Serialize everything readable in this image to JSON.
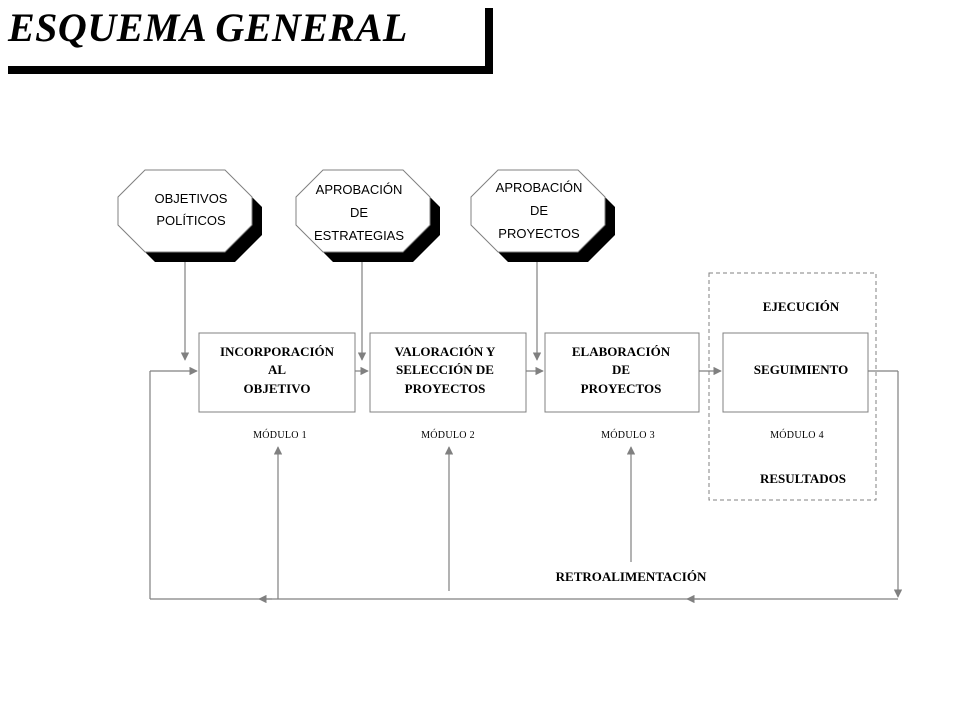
{
  "title": "ESQUEMA GENERAL",
  "octagons": [
    {
      "lines": [
        "OBJETIVOS",
        "POLÍTICOS"
      ]
    },
    {
      "lines": [
        "APROBACIÓN",
        "DE",
        "ESTRATEGIAS"
      ]
    },
    {
      "lines": [
        "APROBACIÓN",
        "DE",
        "PROYECTOS"
      ]
    }
  ],
  "boxes": [
    {
      "lines": [
        "INCORPORACIÓN",
        "AL",
        "OBJETIVO"
      ],
      "module": "MÓDULO  1"
    },
    {
      "lines": [
        "VALORACIÓN Y",
        "SELECCIÓN DE",
        "PROYECTOS"
      ],
      "module": "MÓDULO  2"
    },
    {
      "lines": [
        "ELABORACIÓN",
        "DE",
        "PROYECTOS"
      ],
      "module": "MÓDULO  3"
    },
    {
      "lines": [
        "SEGUIMIENTO"
      ],
      "module": "MÓDULO  4"
    }
  ],
  "group4": {
    "top_label": "EJECUCIÓN",
    "bottom_label": "RESULTADOS"
  },
  "feedback_label": "RETROALIMENTACIÓN",
  "colors": {
    "line": "#808080",
    "shadow": "#000000",
    "text": "#000000"
  }
}
